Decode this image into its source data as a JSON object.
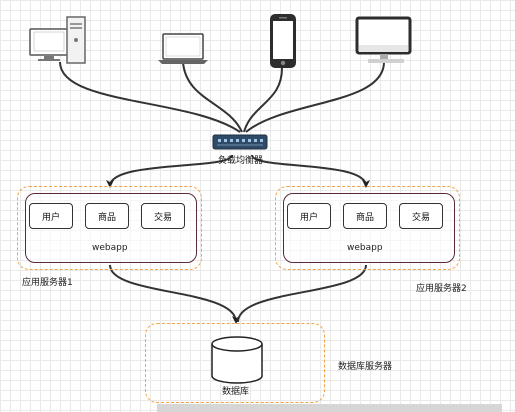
{
  "load_balancer": {
    "label": "负载均衡器"
  },
  "servers": [
    {
      "caption": "应用服务器1",
      "app_label": "webapp",
      "modules": [
        "用户",
        "商品",
        "交易"
      ]
    },
    {
      "caption": "应用服务器2",
      "app_label": "webapp",
      "modules": [
        "用户",
        "商品",
        "交易"
      ]
    }
  ],
  "database": {
    "label": "数据库",
    "caption": "数据库服务器"
  },
  "clients": [
    "desktop-pc-icon",
    "laptop-icon",
    "smartphone-icon",
    "monitor-icon"
  ],
  "colors": {
    "dashed_border": "#f2a347",
    "connector": "#333333",
    "app_border": "#5a2a3a",
    "switch": "#2f4a66"
  }
}
